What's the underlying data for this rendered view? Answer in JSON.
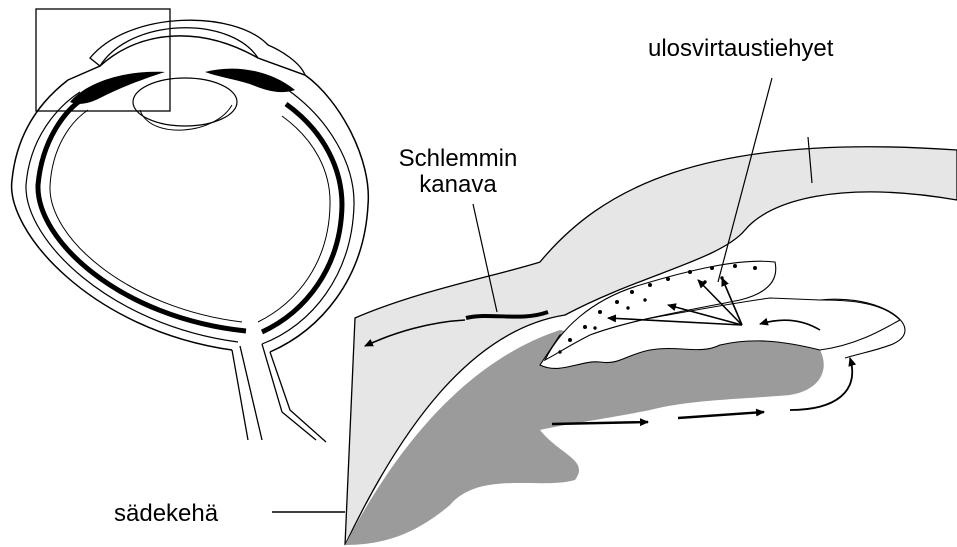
{
  "labels": {
    "outflow_channels": "ulosvirtaustiehyet",
    "schlemm_line1": "Schlemmin",
    "schlemm_line2": "kanava",
    "ciliary_body": "sädekehä"
  },
  "colors": {
    "ink": "#000000",
    "cornea_fill": "#e6e6e6",
    "iris_fill": "#9b9b9b",
    "background": "#ffffff"
  }
}
